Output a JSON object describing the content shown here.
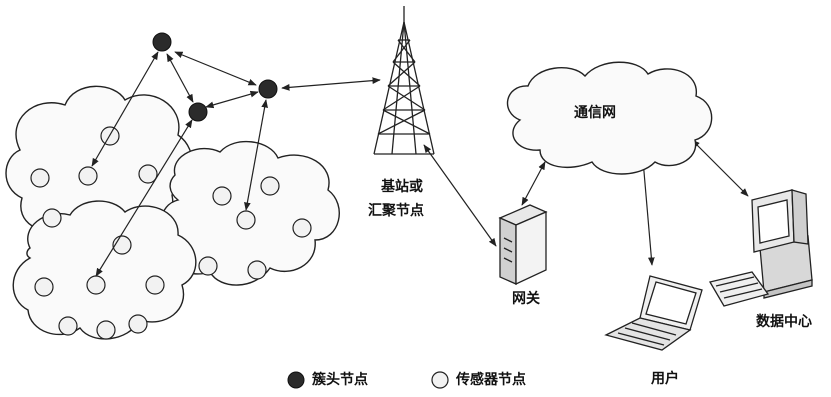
{
  "labels": {
    "base_station_line1": "基站或",
    "base_station_line2": "汇聚节点",
    "network": "通信网",
    "gateway": "网关",
    "user": "用户",
    "data_center": "数据中心"
  },
  "legend": {
    "cluster_head": "簇头节点",
    "sensor_node": "传感器节点"
  },
  "colors": {
    "cluster_head_fill": "#2b2b2b",
    "sensor_fill": "#f2f2f2",
    "line": "#222222"
  }
}
